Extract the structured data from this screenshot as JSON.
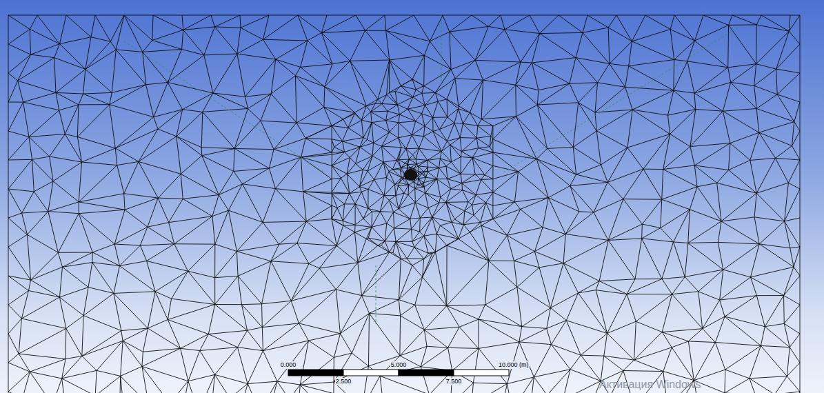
{
  "diagram": {
    "labels": [
      "0.000",
      "5.000",
      "10.000 (m)",
      "2.500",
      "7.500",
      "Активация Windows"
    ]
  }
}
